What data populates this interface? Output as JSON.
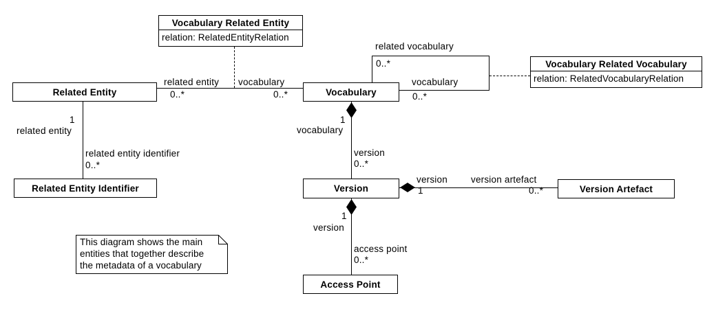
{
  "classes": {
    "vocabulary_related_entity": {
      "name": "Vocabulary Related Entity",
      "attribute": "relation: RelatedEntityRelation"
    },
    "related_entity": {
      "name": "Related Entity"
    },
    "vocabulary": {
      "name": "Vocabulary"
    },
    "vocabulary_related_vocabulary": {
      "name": "Vocabulary Related Vocabulary",
      "attribute": "relation: RelatedVocabularyRelation"
    },
    "related_entity_identifier": {
      "name": "Related Entity Identifier"
    },
    "version": {
      "name": "Version"
    },
    "version_artefact": {
      "name": "Version Artefact"
    },
    "access_point": {
      "name": "Access Point"
    }
  },
  "labels": {
    "re_vocab_role_left": "related entity",
    "re_vocab_mult_left": "0..*",
    "re_vocab_role_right": "vocabulary",
    "re_vocab_mult_right": "0..*",
    "self_loop_role_top": "related vocabulary",
    "self_loop_mult_top": "0..*",
    "self_loop_role_bottom": "vocabulary",
    "self_loop_mult_bottom": "0..*",
    "vocab_version_one": "1",
    "vocab_version_role_top": "vocabulary",
    "vocab_version_role_bottom": "version",
    "vocab_version_mult_bottom": "0..*",
    "version_va_role_left": "version",
    "version_va_one": "1",
    "version_va_role_right": "version artefact",
    "version_va_mult_right": "0..*",
    "version_ap_one": "1",
    "version_ap_role_top": "version",
    "version_ap_role_bottom": "access point",
    "version_ap_mult_bottom": "0..*",
    "re_rei_one": "1",
    "re_rei_role_top": "related entity",
    "re_rei_role_bottom": "related entity identifier",
    "re_rei_mult_bottom": "0..*"
  },
  "note": {
    "lines": [
      "This diagram shows the main",
      "entities that together describe",
      "the metadata of a vocabulary"
    ]
  }
}
